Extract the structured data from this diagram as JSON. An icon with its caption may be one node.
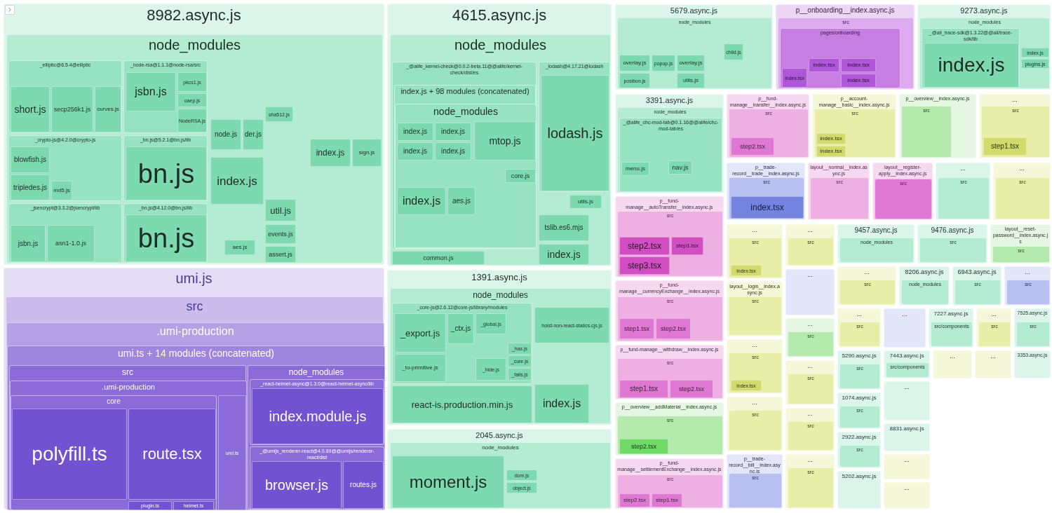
{
  "diagram": {
    "nodes": [
      {
        "text": [
          "8982.async.js"
        ]
      },
      {
        "text": [
          "node_modules"
        ],
        "in": 0
      },
      {
        "text": [
          "_elliptic@6.5.4@elliptic"
        ],
        "in": 1
      },
      {
        "text": [
          "short.js"
        ],
        "in": 2
      },
      {
        "text": [
          "secp256k1.js"
        ],
        "in": 2
      },
      {
        "text": [
          "curves.js"
        ],
        "in": 2
      },
      {
        "text": [
          "_node-rsa@1.1.1@node-rsa/src"
        ],
        "in": 1
      },
      {
        "text": [
          "jsbn.js"
        ],
        "in": 6
      },
      {
        "text": [
          "pkcs1.js"
        ],
        "in": 6
      },
      {
        "text": [
          "oaep.js"
        ],
        "in": 6
      },
      {
        "text": [
          "NodeRSA.js"
        ],
        "in": 6
      },
      {
        "text": [
          "_crypto-js@4.2.0@crypto-js"
        ],
        "in": 1
      },
      {
        "text": [
          "blowfish.js"
        ],
        "in": 11
      },
      {
        "text": [
          "tripledes.js"
        ],
        "in": 11
      },
      {
        "text": [
          "md5.js"
        ],
        "in": 11
      },
      {
        "text": [
          "_bn.js@5.2.1@bn.js/lib"
        ],
        "in": 1
      },
      {
        "text": [
          "bn.js"
        ],
        "in": 15
      },
      {
        "text": [
          "_jsencrypt@3.3.2@jsencrypt/lib"
        ],
        "in": 1
      },
      {
        "text": [
          "jsbn.js"
        ],
        "in": 17
      },
      {
        "text": [
          "asn1-1.0.js"
        ],
        "in": 17
      },
      {
        "text": [
          "_bn.js@4.12.0@bn.js/lib"
        ],
        "in": 1
      },
      {
        "text": [
          "bn.js"
        ],
        "in": 20
      },
      {
        "text": [
          "node.js"
        ],
        "in": 1
      },
      {
        "text": [
          "der.js"
        ],
        "in": 1
      },
      {
        "text": [
          "index.js"
        ],
        "in": 1
      },
      {
        "text": [
          "util.js"
        ],
        "in": 1
      },
      {
        "text": [
          "events.js"
        ],
        "in": 1
      },
      {
        "text": [
          "assert.js"
        ],
        "in": 1
      },
      {
        "text": [
          "index.js"
        ],
        "in": 1
      },
      {
        "text": [
          "aes.js"
        ],
        "in": 1
      },
      {
        "text": [
          "sign.js"
        ],
        "in": 1
      },
      {
        "text": [
          "sha512.js"
        ],
        "in": 1
      },
      {
        "text": [
          "umi.js"
        ]
      },
      {
        "text": [
          "src"
        ],
        "in": 32
      },
      {
        "text": [
          ".umi-production"
        ],
        "in": 33
      },
      {
        "text": [
          "umi.ts + 14 modules (concatenated)"
        ],
        "in": 34
      },
      {
        "text": [
          "src"
        ],
        "in": 35
      },
      {
        "text": [
          ".umi-production"
        ],
        "in": 36
      },
      {
        "text": [
          "core"
        ],
        "in": 37
      },
      {
        "text": [
          "polyfill.ts"
        ],
        "in": 38
      },
      {
        "text": [
          "route.tsx"
        ],
        "in": 38
      },
      {
        "text": [
          "plugin.ts"
        ],
        "in": 38
      },
      {
        "text": [
          "helmet.ts"
        ],
        "in": 38
      },
      {
        "text": [
          "umi.ts"
        ],
        "in": 37
      },
      {
        "text": [
          "node_modules"
        ],
        "in": 35
      },
      {
        "text": [
          "_react-helmet-async@1.3.0@react-helmet-async/lib"
        ],
        "in": 44
      },
      {
        "text": [
          "index.module.js"
        ],
        "in": 45
      },
      {
        "text": [
          "_@umijs_renderer-react@4.0.89@@umijs/renderer-react/dist"
        ],
        "in": 44
      },
      {
        "text": [
          "browser.js"
        ],
        "in": 47
      },
      {
        "text": [
          "routes.js"
        ],
        "in": 47
      },
      {
        "text": [
          "4615.async.js"
        ]
      },
      {
        "text": [
          "node_modules"
        ],
        "in": 50
      },
      {
        "text": [
          "_@alife_kernel-check@0.0.2-beta.11@@alife/kernel-check/dist/es"
        ],
        "in": 51
      },
      {
        "text": [
          "index.js + 98 modules (concatenated)"
        ],
        "in": 52
      },
      {
        "text": [
          "node_modules"
        ],
        "in": 53
      },
      {
        "text": [
          "index.js"
        ],
        "in": 54
      },
      {
        "text": [
          "index.js"
        ],
        "in": 54
      },
      {
        "text": [
          "index.js"
        ],
        "in": 54
      },
      {
        "text": [
          "index.js"
        ],
        "in": 54
      },
      {
        "text": [
          "mtop.js"
        ],
        "in": 54
      },
      {
        "text": [
          "index.js"
        ],
        "in": 54
      },
      {
        "text": [
          "aes.js"
        ],
        "in": 54
      },
      {
        "text": [
          "core.js"
        ],
        "in": 54
      },
      {
        "text": [
          "common.js"
        ],
        "in": 51
      },
      {
        "text": [
          "_lodash@4.17.21@lodash"
        ],
        "in": 51
      },
      {
        "text": [
          "lodash.js"
        ],
        "in": 64
      },
      {
        "text": [
          "utils.js"
        ],
        "in": 51
      },
      {
        "text": [
          "tslib.es6.mjs"
        ],
        "in": 51
      },
      {
        "text": [
          "index.js"
        ],
        "in": 51
      },
      {
        "text": [
          "1391.async.js"
        ]
      },
      {
        "text": [
          "node_modules"
        ],
        "in": 69
      },
      {
        "text": [
          "_core-js@2.6.12@core-js/library/modules"
        ],
        "in": 70
      },
      {
        "text": [
          "_export.js"
        ],
        "in": 71
      },
      {
        "text": [
          "_ctx.js"
        ],
        "in": 71
      },
      {
        "text": [
          "_to-primitive.js"
        ],
        "in": 71
      },
      {
        "text": [
          "_global.js"
        ],
        "in": 71
      },
      {
        "text": [
          "_hide.js"
        ],
        "in": 71
      },
      {
        "text": [
          "_has.js"
        ],
        "in": 71
      },
      {
        "text": [
          "_core.js"
        ],
        "in": 71
      },
      {
        "text": [
          "_fails.js"
        ],
        "in": 71
      },
      {
        "text": [
          "react-is.production.min.js"
        ],
        "in": 70
      },
      {
        "text": [
          "hoist-non-react-statics.cjs.js"
        ],
        "in": 70
      },
      {
        "text": [
          "index.js"
        ],
        "in": 70
      },
      {
        "text": [
          "2045.async.js"
        ]
      },
      {
        "text": [
          "node_modules"
        ],
        "in": 83
      },
      {
        "text": [
          "moment.js"
        ],
        "in": 84
      },
      {
        "text": [
          "dom.js"
        ],
        "in": 84
      },
      {
        "text": [
          "object.js"
        ],
        "in": 84
      },
      {
        "text": [
          "5679.async.js"
        ]
      },
      {
        "text": [
          "node_modules"
        ],
        "in": 88
      },
      {
        "text": [
          "overlay.js"
        ],
        "in": 89
      },
      {
        "text": [
          "popup.js"
        ],
        "in": 89
      },
      {
        "text": [
          "overlay.js"
        ],
        "in": 89
      },
      {
        "text": [
          "position.js"
        ],
        "in": 89
      },
      {
        "text": [
          "utils.js"
        ],
        "in": 89
      },
      {
        "text": [
          "child.js"
        ],
        "in": 89
      },
      {
        "text": [
          "p__onboarding__index.async.js"
        ]
      },
      {
        "text": [
          "src"
        ],
        "in": 96
      },
      {
        "text": [
          "pages/onboarding"
        ],
        "in": 97
      },
      {
        "text": [
          "index.tsx"
        ],
        "in": 98
      },
      {
        "text": [
          "index.tsx"
        ],
        "in": 98
      },
      {
        "text": [
          "index.tsx"
        ],
        "in": 98
      },
      {
        "text": [
          "index.tsx"
        ],
        "in": 98
      },
      {
        "text": [
          "9273.async.js"
        ]
      },
      {
        "text": [
          "node_modules"
        ],
        "in": 103
      },
      {
        "text": [
          "_@ali_trace-sdk@1.3.22@@ali/trace-sdk/lib"
        ],
        "in": 104
      },
      {
        "text": [
          "index.js"
        ],
        "in": 105
      },
      {
        "text": [
          "index.js"
        ],
        "in": 104
      },
      {
        "text": [
          "plugins.js"
        ],
        "in": 104
      },
      {
        "text": [
          "3391.async.js"
        ]
      },
      {
        "text": [
          "node_modules"
        ],
        "in": 109
      },
      {
        "text": [
          "_@alife_chc-mod-tab@0.1.16@@alife/chc-mod-tab/es"
        ],
        "in": 110
      },
      {
        "text": [
          "menu.js"
        ],
        "in": 111
      },
      {
        "text": [
          "nav.js"
        ],
        "in": 111
      },
      {
        "text": [
          "p__fund-manage__transfer__index.async.js"
        ]
      },
      {
        "text": [
          "src"
        ],
        "in": 114
      },
      {
        "text": [
          "step2.tsx"
        ],
        "in": 115
      },
      {
        "text": [
          "p__account-manage__basic__index.async.js"
        ]
      },
      {
        "text": [
          "src"
        ],
        "in": 117
      },
      {
        "text": [
          "index.tsx"
        ],
        "in": 118
      },
      {
        "text": [
          "index.tsx"
        ],
        "in": 118
      },
      {
        "text": [
          "p__overview__index.async.js"
        ]
      },
      {
        "text": [
          "src"
        ],
        "in": 121
      },
      {
        "text": [
          "..."
        ]
      },
      {
        "text": [
          "src"
        ],
        "in": 123
      },
      {
        "text": [
          "step1.tsx"
        ],
        "in": 124
      },
      {
        "text": [
          "p__trade-record__trade__index.async.js"
        ]
      },
      {
        "text": [
          "src"
        ],
        "in": 126
      },
      {
        "text": [
          "index.tsx"
        ],
        "in": 127
      },
      {
        "text": [
          "layout__normal__index.async.js"
        ]
      },
      {
        "text": [
          "src"
        ],
        "in": 129
      },
      {
        "text": [
          "layout__register-apply__index.async.js"
        ]
      },
      {
        "text": [
          "src"
        ],
        "in": 131
      },
      {
        "text": [
          "..."
        ]
      },
      {
        "text": [
          "src"
        ],
        "in": 133
      },
      {
        "text": [
          "..."
        ]
      },
      {
        "text": [
          "src"
        ],
        "in": 135
      },
      {
        "text": [
          "p__fund-manage__autoTransfer__index.async.js"
        ]
      },
      {
        "text": [
          "src"
        ],
        "in": 137
      },
      {
        "text": [
          "step2.tsx"
        ],
        "in": 138
      },
      {
        "text": [
          "step1.tsx"
        ],
        "in": 138
      },
      {
        "text": [
          "step3.tsx"
        ],
        "in": 138
      },
      {
        "text": [
          "p__fund-manage__currencyExchange__index.async.js"
        ]
      },
      {
        "text": [
          "src"
        ],
        "in": 142
      },
      {
        "text": [
          "step1.tsx"
        ],
        "in": 143
      },
      {
        "text": [
          "step2.tsx"
        ],
        "in": 143
      },
      {
        "text": [
          "p__fund-manage__withdraw__index.async.js"
        ]
      },
      {
        "text": [
          "src"
        ],
        "in": 146
      },
      {
        "text": [
          "step1.tsx"
        ],
        "in": 147
      },
      {
        "text": [
          "step2.tsx"
        ],
        "in": 147
      },
      {
        "text": [
          "p__overview__addMaterial__index.async.js"
        ]
      },
      {
        "text": [
          "src"
        ],
        "in": 150
      },
      {
        "text": [
          "step2.tsx"
        ],
        "in": 151
      },
      {
        "text": [
          "p__fund-manage__settlementExchange__index.async.js"
        ]
      },
      {
        "text": [
          "src"
        ],
        "in": 153
      },
      {
        "text": [
          "step2.tsx"
        ],
        "in": 154
      },
      {
        "text": [
          "step1.tsx"
        ],
        "in": 154
      },
      {
        "text": [
          "..."
        ]
      },
      {
        "text": [
          "src"
        ],
        "in": 157
      },
      {
        "text": [
          "index.tsx"
        ],
        "in": 158
      },
      {
        "text": [
          "layout__login__index.async.js"
        ]
      },
      {
        "text": [
          "src"
        ],
        "in": 160
      },
      {
        "text": [
          "..."
        ]
      },
      {
        "text": [
          "src"
        ],
        "in": 162
      },
      {
        "text": [
          "index.tsx"
        ],
        "in": 163
      },
      {
        "text": [
          "..."
        ]
      },
      {
        "text": [
          "src"
        ],
        "in": 165
      },
      {
        "text": [
          "p__trade-record__bill__index.async.js"
        ]
      },
      {
        "text": [
          "src"
        ],
        "in": 167
      },
      {
        "text": [
          "..."
        ]
      },
      {
        "text": [
          "src"
        ],
        "in": 169
      },
      {
        "text": [
          "..."
        ]
      },
      {
        "text": [
          "..."
        ]
      },
      {
        "text": [
          "src"
        ],
        "in": 172
      },
      {
        "text": [
          "..."
        ]
      },
      {
        "text": [
          "src"
        ],
        "in": 174
      },
      {
        "text": [
          "..."
        ]
      },
      {
        "text": [
          "src"
        ],
        "in": 176
      },
      {
        "text": [
          "..."
        ]
      },
      {
        "text": [
          "src"
        ],
        "in": 178
      },
      {
        "text": [
          "9457.async.js"
        ]
      },
      {
        "text": [
          "node_modules"
        ],
        "in": 180
      },
      {
        "text": [
          "9476.async.js"
        ]
      },
      {
        "text": [
          "src"
        ],
        "in": 182
      },
      {
        "text": [
          "layout__reset-password__index.async.js"
        ]
      },
      {
        "text": [
          "src"
        ],
        "in": 184
      },
      {
        "text": [
          "..."
        ]
      },
      {
        "text": [
          "src"
        ],
        "in": 186
      },
      {
        "text": [
          "8206.async.js"
        ]
      },
      {
        "text": [
          "node_modules"
        ],
        "in": 188
      },
      {
        "text": [
          "6943.async.js"
        ]
      },
      {
        "text": [
          "src"
        ],
        "in": 190
      },
      {
        "text": [
          "..."
        ]
      },
      {
        "text": [
          "src"
        ],
        "in": 192
      },
      {
        "text": [
          "..."
        ]
      },
      {
        "text": [
          "src"
        ],
        "in": 194
      },
      {
        "text": [
          "..."
        ]
      },
      {
        "text": [
          "7227.async.js"
        ]
      },
      {
        "text": [
          "src/components"
        ],
        "in": 197
      },
      {
        "text": [
          "..."
        ]
      },
      {
        "text": [
          "src"
        ],
        "in": 199
      },
      {
        "text": [
          "7525.async.js"
        ]
      },
      {
        "text": [
          "src"
        ],
        "in": 201
      },
      {
        "text": [
          "5290.async.js"
        ]
      },
      {
        "text": [
          "src"
        ],
        "in": 203
      },
      {
        "text": [
          "7443.async.js"
        ]
      },
      {
        "text": [
          "src/components"
        ],
        "in": 205
      },
      {
        "text": [
          "..."
        ]
      },
      {
        "text": [
          "..."
        ]
      },
      {
        "text": [
          "3353.async.js"
        ]
      },
      {
        "text": [
          "1074.async.js"
        ]
      },
      {
        "text": [
          "src"
        ],
        "in": 210
      },
      {
        "text": [
          "..."
        ]
      },
      {
        "text": [
          "8831.async.js"
        ]
      },
      {
        "text": [
          "2922.async.js"
        ]
      },
      {
        "text": [
          "src"
        ],
        "in": 214
      },
      {
        "text": [
          "..."
        ]
      },
      {
        "text": [
          "5202.async.js"
        ]
      },
      {
        "text": [
          "..."
        ]
      }
    ]
  }
}
